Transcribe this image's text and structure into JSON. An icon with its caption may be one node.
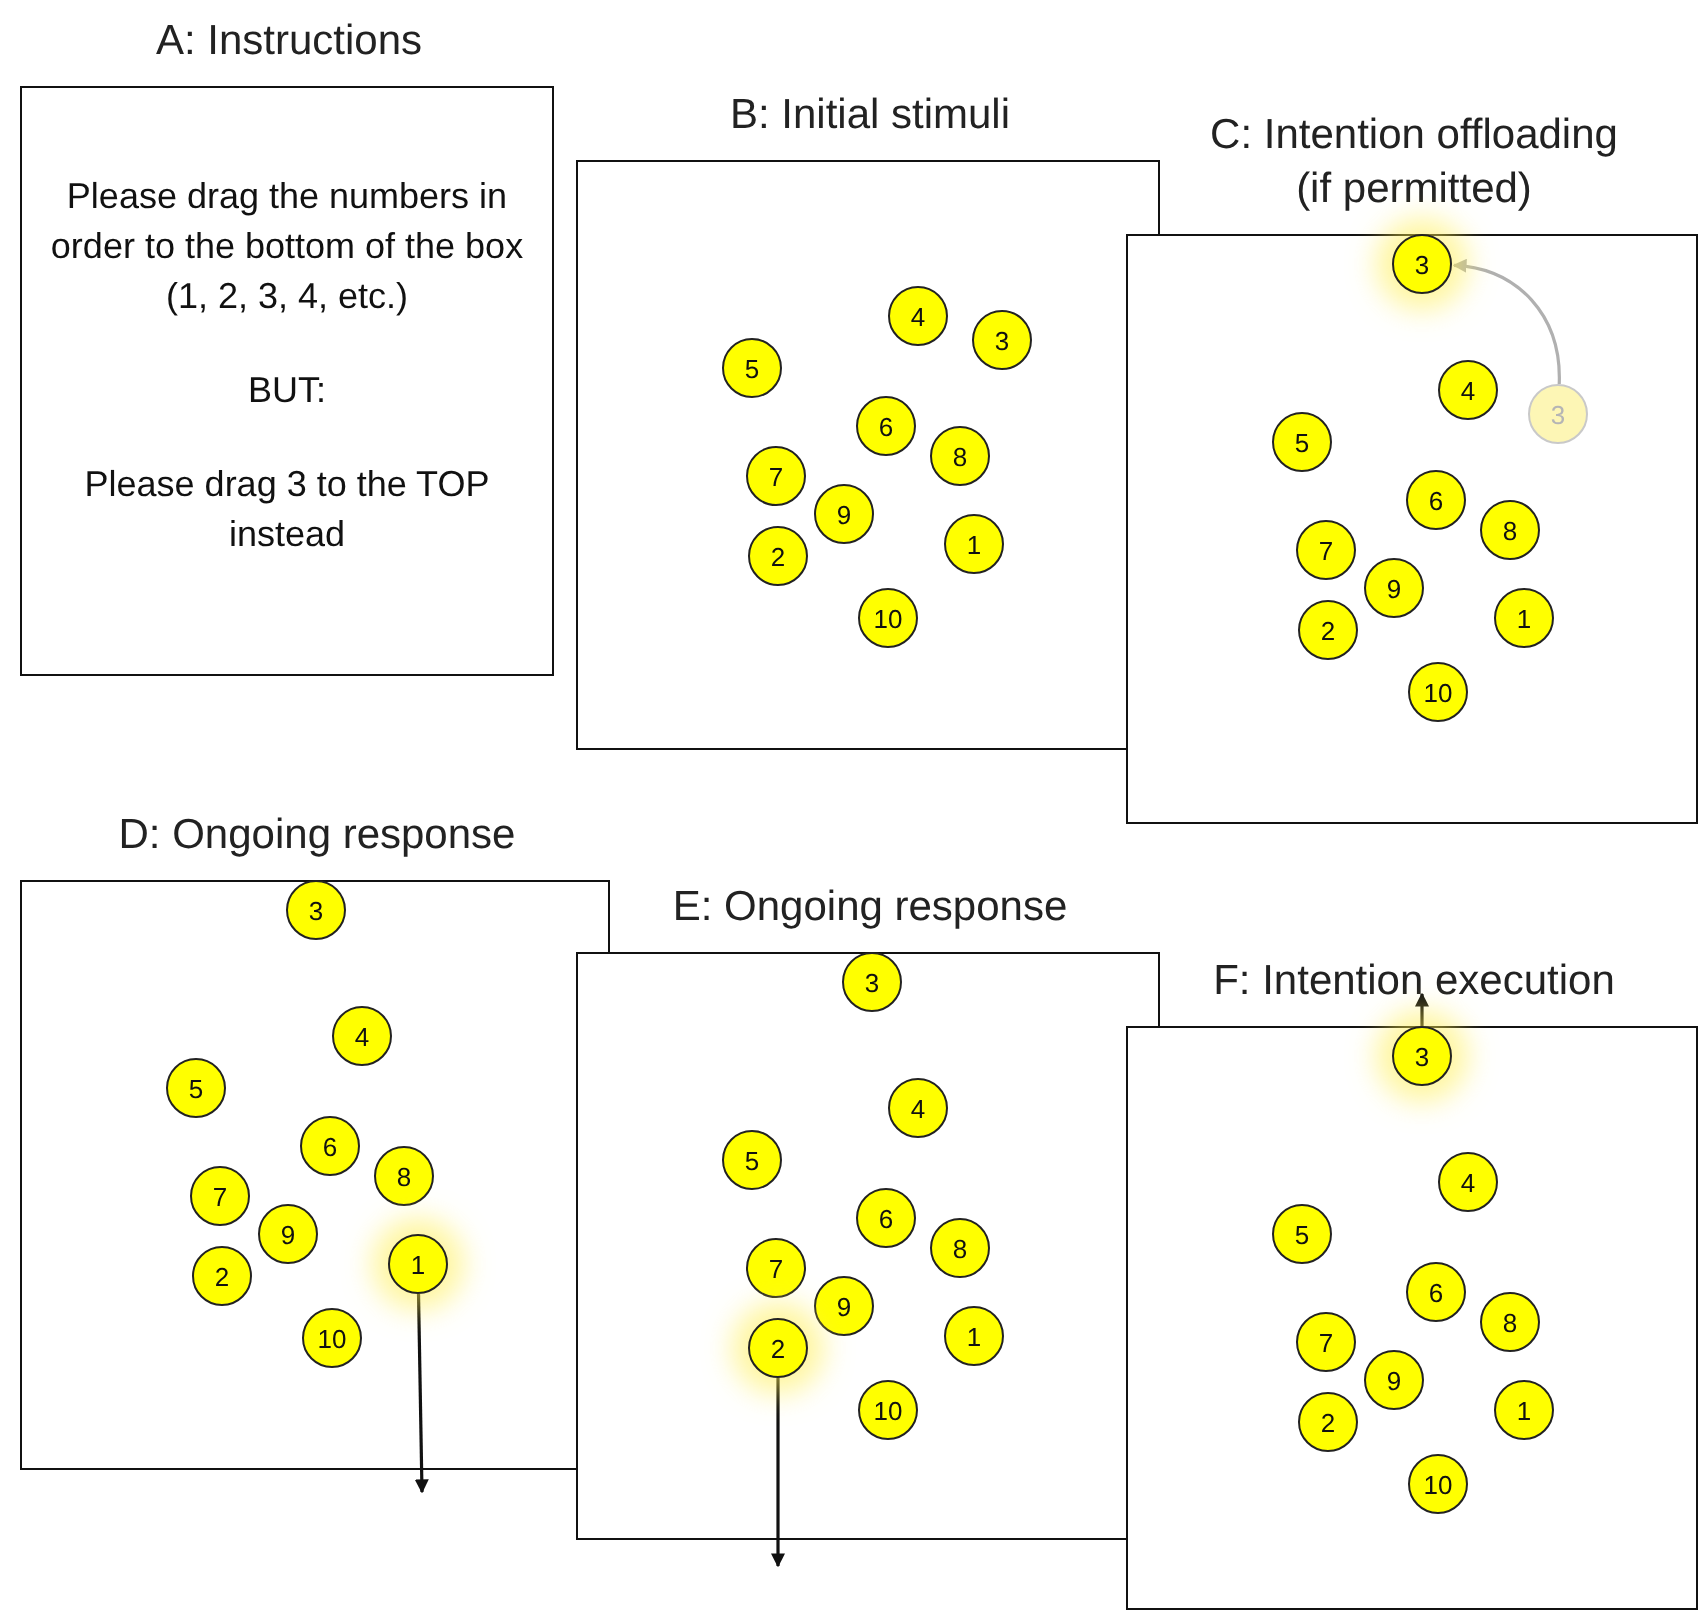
{
  "diagram": {
    "nodes": [
      {
        "text": [
          "A: Instructions",
          "Please drag the numbers in order to the bottom of the box (1, 2, 3, 4, etc.)",
          "BUT:",
          "Please drag 3 to the TOP instead"
        ]
      },
      {
        "text": [
          "B: Initial stimuli"
        ]
      },
      {
        "text": [
          "4"
        ],
        "in": 1
      },
      {
        "text": [
          "3"
        ],
        "in": 1
      },
      {
        "text": [
          "5"
        ],
        "in": 1
      },
      {
        "text": [
          "6"
        ],
        "in": 1
      },
      {
        "text": [
          "8"
        ],
        "in": 1
      },
      {
        "text": [
          "7"
        ],
        "in": 1
      },
      {
        "text": [
          "9"
        ],
        "in": 1
      },
      {
        "text": [
          "1"
        ],
        "in": 1
      },
      {
        "text": [
          "2"
        ],
        "in": 1
      },
      {
        "text": [
          "10"
        ],
        "in": 1
      },
      {
        "text": [
          "C: Intention offloading (if permitted)"
        ]
      },
      {
        "text": [
          "3"
        ],
        "in": 12
      },
      {
        "text": [
          "4"
        ],
        "in": 12
      },
      {
        "text": [
          "3"
        ],
        "in": 12
      },
      {
        "text": [
          "5"
        ],
        "in": 12
      },
      {
        "text": [
          "6"
        ],
        "in": 12
      },
      {
        "text": [
          "8"
        ],
        "in": 12
      },
      {
        "text": [
          "7"
        ],
        "in": 12
      },
      {
        "text": [
          "9"
        ],
        "in": 12
      },
      {
        "text": [
          "1"
        ],
        "in": 12
      },
      {
        "text": [
          "2"
        ],
        "in": 12
      },
      {
        "text": [
          "10"
        ],
        "in": 12
      },
      {
        "text": [
          "D: Ongoing response"
        ]
      },
      {
        "text": [
          "3"
        ],
        "in": 24
      },
      {
        "text": [
          "4"
        ],
        "in": 24
      },
      {
        "text": [
          "5"
        ],
        "in": 24
      },
      {
        "text": [
          "6"
        ],
        "in": 24
      },
      {
        "text": [
          "8"
        ],
        "in": 24
      },
      {
        "text": [
          "7"
        ],
        "in": 24
      },
      {
        "text": [
          "9"
        ],
        "in": 24
      },
      {
        "text": [
          "1"
        ],
        "in": 24
      },
      {
        "text": [
          "2"
        ],
        "in": 24
      },
      {
        "text": [
          "10"
        ],
        "in": 24
      },
      {
        "text": [
          "E: Ongoing response"
        ]
      },
      {
        "text": [
          "3"
        ],
        "in": 35
      },
      {
        "text": [
          "4"
        ],
        "in": 35
      },
      {
        "text": [
          "5"
        ],
        "in": 35
      },
      {
        "text": [
          "6"
        ],
        "in": 35
      },
      {
        "text": [
          "8"
        ],
        "in": 35
      },
      {
        "text": [
          "7"
        ],
        "in": 35
      },
      {
        "text": [
          "9"
        ],
        "in": 35
      },
      {
        "text": [
          "1"
        ],
        "in": 35
      },
      {
        "text": [
          "2"
        ],
        "in": 35
      },
      {
        "text": [
          "10"
        ],
        "in": 35
      },
      {
        "text": [
          "F: Intention execution"
        ]
      },
      {
        "text": [
          "3"
        ],
        "in": 46
      },
      {
        "text": [
          "4"
        ],
        "in": 46
      },
      {
        "text": [
          "5"
        ],
        "in": 46
      },
      {
        "text": [
          "6"
        ],
        "in": 46
      },
      {
        "text": [
          "8"
        ],
        "in": 46
      },
      {
        "text": [
          "7"
        ],
        "in": 46
      },
      {
        "text": [
          "9"
        ],
        "in": 46
      },
      {
        "text": [
          "1"
        ],
        "in": 46
      },
      {
        "text": [
          "2"
        ],
        "in": 46
      },
      {
        "text": [
          "10"
        ],
        "in": 46
      }
    ],
    "edges": [
      {
        "from": 15,
        "to": 13,
        "arrow": "to",
        "color": "#b0b0b0"
      },
      {
        "from": 32,
        "to": null,
        "arrow": "to"
      },
      {
        "from": 44,
        "to": null,
        "arrow": "to"
      },
      {
        "from": 47,
        "to": null,
        "arrow": "to"
      }
    ]
  }
}
